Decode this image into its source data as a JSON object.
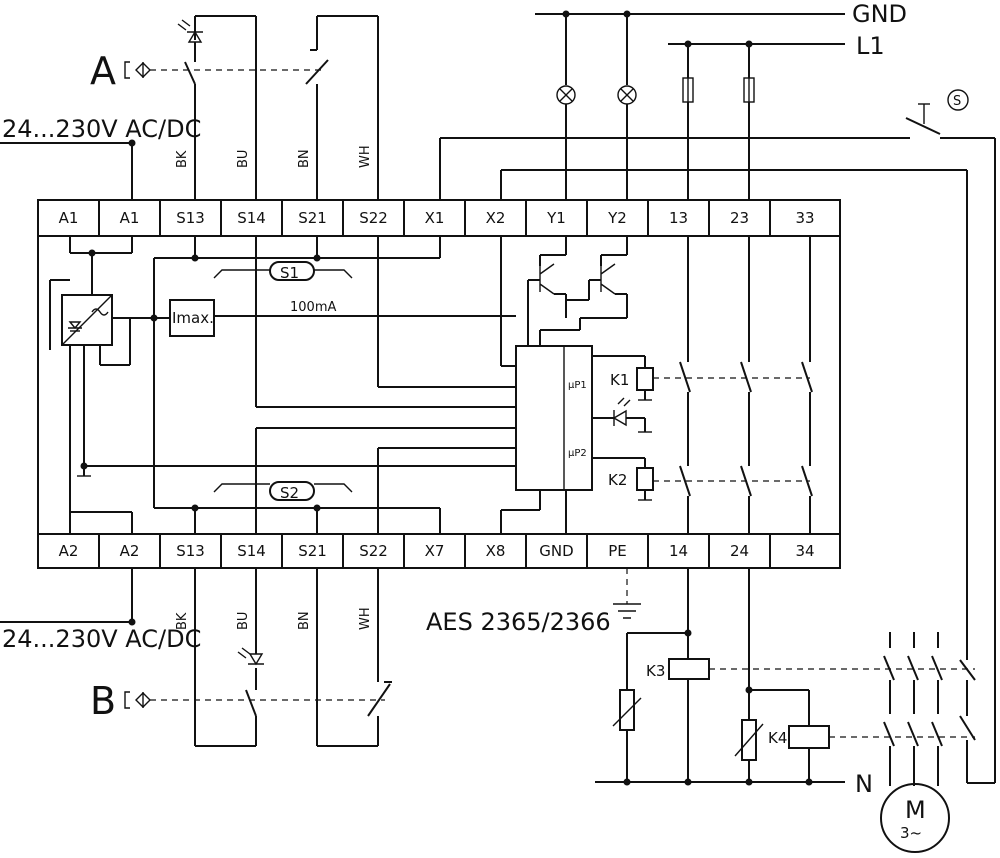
{
  "supply": {
    "top": "24...230V AC/DC",
    "bottom": "24...230V AC/DC"
  },
  "rails": {
    "gnd": "GND",
    "l1": "L1",
    "n": "N"
  },
  "sensors": {
    "a": "A",
    "b": "B",
    "switch_symbol": "S"
  },
  "wire_colors_top": [
    "BK",
    "BU",
    "BN",
    "WH"
  ],
  "wire_colors_bottom": [
    "BK",
    "BU",
    "BN",
    "WH"
  ],
  "top_terminals": [
    "A1",
    "A1",
    "S13",
    "S14",
    "S21",
    "S22",
    "X1",
    "X2",
    "Y1",
    "Y2",
    "13",
    "23",
    "33"
  ],
  "bottom_terminals": [
    "A2",
    "A2",
    "S13",
    "S14",
    "S21",
    "S22",
    "X7",
    "X8",
    "GND",
    "PE",
    "14",
    "24",
    "34"
  ],
  "internal": {
    "s1": "S1",
    "s2": "S2",
    "imax": "Imax.",
    "current": "100mA",
    "up1": "µP1",
    "up2": "µP2",
    "k1": "K1",
    "k2": "K2"
  },
  "model": "AES 2365/2366",
  "external": {
    "k3": "K3",
    "k4": "K4",
    "motor": "M",
    "motor_sub": "3~"
  }
}
